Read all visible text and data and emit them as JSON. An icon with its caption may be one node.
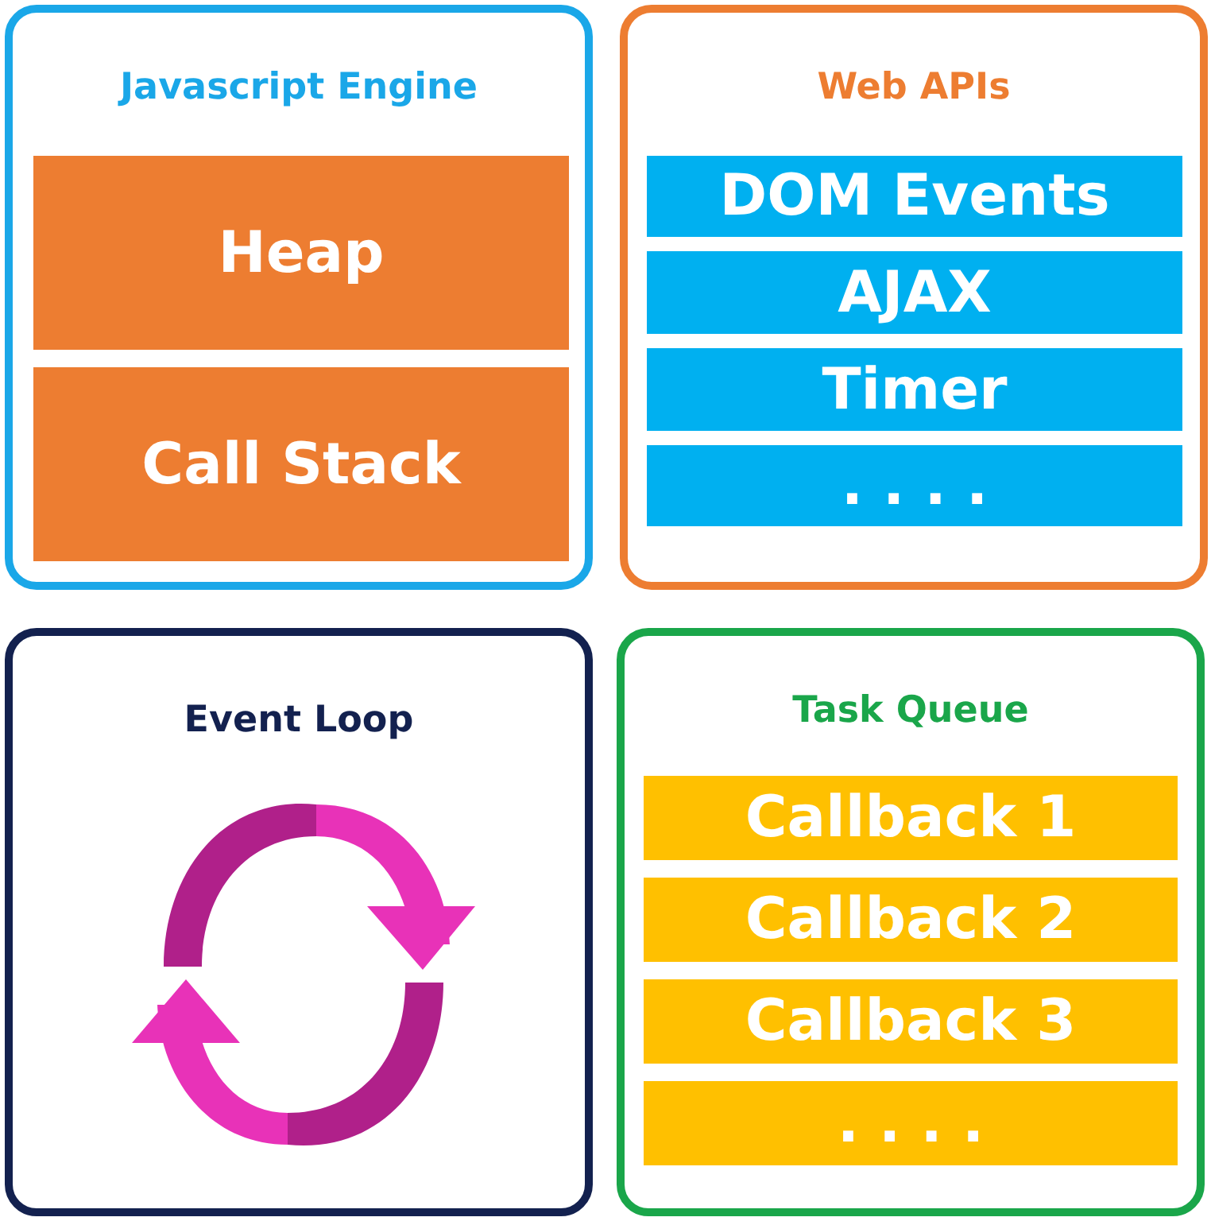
{
  "diagram": {
    "nodes": [
      {
        "text": [
          "Javascript Engine"
        ]
      },
      {
        "text": [
          "Heap"
        ],
        "in": 0
      },
      {
        "text": [
          "Call Stack"
        ],
        "in": 0
      },
      {
        "text": [
          "Web APIs"
        ]
      },
      {
        "text": [
          "DOM Events"
        ],
        "in": 3
      },
      {
        "text": [
          "AJAX"
        ],
        "in": 3
      },
      {
        "text": [
          "Timer"
        ],
        "in": 3
      },
      {
        "text": [
          ". . . ."
        ],
        "in": 3
      },
      {
        "text": [
          "Event Loop"
        ]
      },
      {
        "text": [
          "Task Queue"
        ]
      },
      {
        "text": [
          "Callback 1"
        ],
        "in": 9
      },
      {
        "text": [
          "Callback 2"
        ],
        "in": 9
      },
      {
        "text": [
          "Callback 3"
        ],
        "in": 9
      },
      {
        "text": [
          ". . . ."
        ],
        "in": 9
      }
    ],
    "edges": []
  }
}
